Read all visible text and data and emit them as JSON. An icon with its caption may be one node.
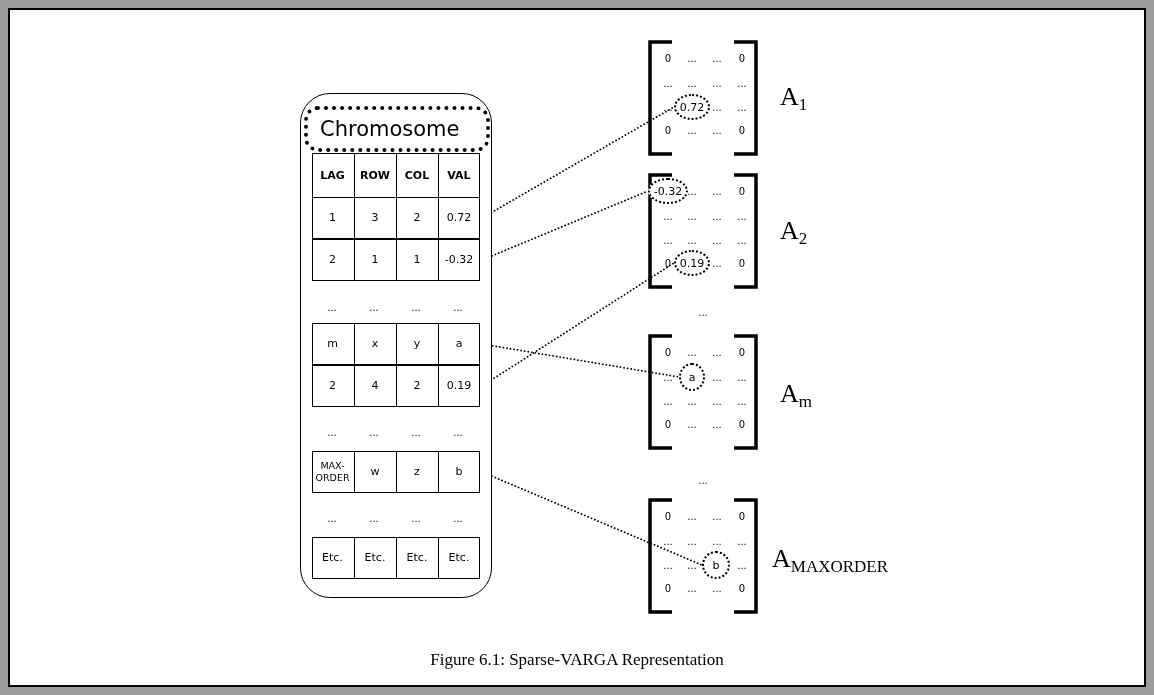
{
  "diagram": {
    "caption": "Figure 6.1: Sparse-VARGA Representation",
    "nodes": [
      {
        "text": [],
        "shape": "box"
      },
      {
        "text": [
          "Chromosome"
        ],
        "in": 0
      },
      {
        "text": [
          "LAG",
          "ROW",
          "COL",
          "VAL"
        ],
        "in": 0
      },
      {
        "text": [
          "1",
          "3",
          "2",
          "0.72"
        ],
        "in": 0
      },
      {
        "text": [
          "2",
          "1",
          "1",
          "-0.32"
        ],
        "in": 0
      },
      {
        "text": [
          "m",
          "x",
          "y",
          "a"
        ],
        "in": 0
      },
      {
        "text": [
          "2",
          "4",
          "2",
          "0.19"
        ],
        "in": 0
      },
      {
        "text": [
          "MAX-ORDER",
          "w",
          "z",
          "b"
        ],
        "in": 0
      },
      {
        "text": [
          "Etc.",
          "Etc.",
          "Etc.",
          "Etc."
        ],
        "in": 0
      },
      {
        "text": [
          "0",
          "...",
          "...",
          "0",
          "...",
          "...",
          "...",
          "...",
          "...",
          "...",
          "...",
          "0",
          "...",
          "...",
          "0"
        ],
        "beside": [
          "A$_{1}$"
        ]
      },
      {
        "text": [
          "0.72"
        ],
        "in": 9
      },
      {
        "text": [
          "...",
          "...",
          "0",
          "...",
          "...",
          "...",
          "...",
          "...",
          "...",
          "...",
          "...",
          "0",
          "...",
          "0"
        ],
        "beside": [
          "A$_{2}$"
        ]
      },
      {
        "text": [
          "-0.32"
        ],
        "in": 11
      },
      {
        "text": [
          "0.19"
        ],
        "in": 11
      },
      {
        "text": [
          "0",
          "...",
          "...",
          "0",
          "...",
          "...",
          "...",
          "...",
          "...",
          "...",
          "...",
          "0",
          "...",
          "...",
          "0"
        ],
        "beside": [
          "A$_{m}$"
        ]
      },
      {
        "text": [
          "a"
        ],
        "in": 14
      },
      {
        "text": [
          "0",
          "...",
          "...",
          "0",
          "...",
          "...",
          "...",
          "...",
          "...",
          "...",
          "...",
          "0",
          "...",
          "...",
          "0"
        ],
        "beside": [
          "A$_{MAXORDER}$"
        ]
      },
      {
        "text": [
          "b"
        ],
        "in": 16
      }
    ],
    "edges": [
      {
        "from": 3,
        "to": 10,
        "arrow": "none"
      },
      {
        "from": 4,
        "to": 12,
        "arrow": "none"
      },
      {
        "from": 5,
        "to": 15,
        "arrow": "none"
      },
      {
        "from": 6,
        "to": 13,
        "arrow": "none"
      },
      {
        "from": 7,
        "to": 17,
        "arrow": "none"
      }
    ],
    "labels": [
      "...",
      "...",
      "...",
      "...",
      "...",
      "...",
      "...",
      "...",
      "...",
      "...",
      "...",
      "...",
      "...",
      "..."
    ]
  }
}
